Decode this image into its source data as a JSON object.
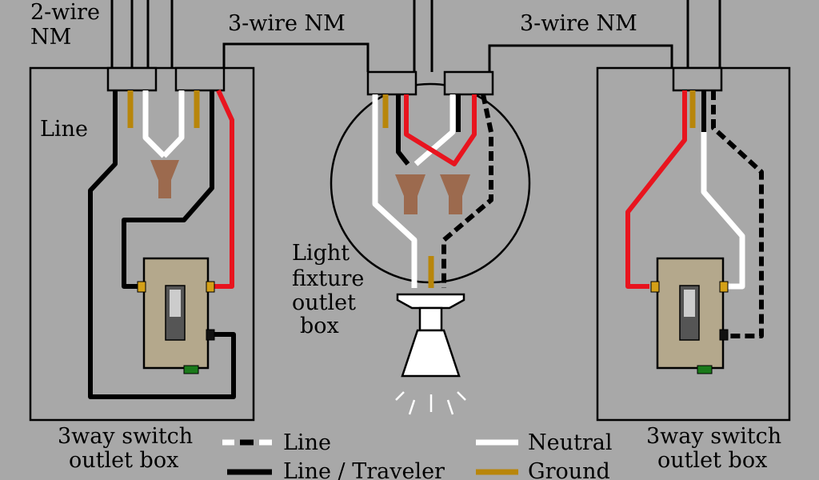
{
  "labels": {
    "cable_left_line1": "2-wire",
    "cable_left_line2": "NM",
    "cable_mid_left": "3-wire NM",
    "cable_mid_right": "3-wire NM",
    "line": "Line",
    "fixture_line1": "Light",
    "fixture_line2": "fixture",
    "fixture_line3": "outlet",
    "fixture_line4": "box",
    "left_box_line1": "3way switch",
    "left_box_line2": "outlet box",
    "right_box_line1": "3way switch",
    "right_box_line2": "outlet box"
  },
  "legend": {
    "items": [
      {
        "label": "Line",
        "style": "dashed-black-white"
      },
      {
        "label": "Line / Traveler",
        "style": "solid-black"
      },
      {
        "label": "Neutral",
        "style": "solid-white"
      },
      {
        "label": "Ground",
        "style": "solid-brass"
      }
    ]
  },
  "colors": {
    "background": "#a8a8a8",
    "hot": "#000000",
    "traveler_red": "#e8141e",
    "neutral": "#ffffff",
    "ground": "#b8860b",
    "wire_nut": "#9c6a4e",
    "terminal_brass": "#d4a017",
    "terminal_green": "#1a7a1a"
  }
}
